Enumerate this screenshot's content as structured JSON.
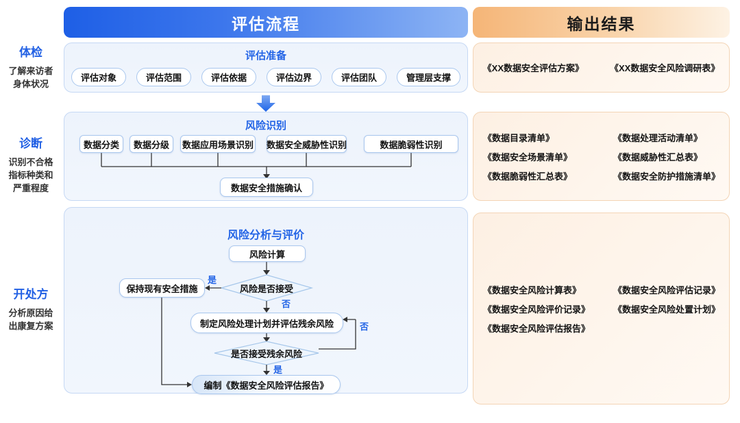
{
  "colors": {
    "accent_blue": "#2465e6",
    "header_blue_start": "#1e5fe6",
    "header_blue_end": "#8db4f4",
    "header_orange_start": "#f5b577",
    "header_orange_end": "#fdf2e4",
    "panel_blue_bg": "#edf3fc",
    "panel_orange_bg": "#fdf0e3",
    "box_border": "#a9c7ee",
    "line": "#333333"
  },
  "headers": {
    "process": "评估流程",
    "output": "输出结果"
  },
  "left_labels": [
    {
      "title": "体检",
      "lines": [
        "了解来访者",
        "身体状况"
      ]
    },
    {
      "title": "诊断",
      "lines": [
        "识别不合格",
        "指标种类和",
        "严重程度"
      ]
    },
    {
      "title": "开处方",
      "lines": [
        "分析原因给",
        "出康复方案"
      ]
    }
  ],
  "stage1": {
    "title": "评估准备",
    "pills": [
      "评估对象",
      "评估范围",
      "评估依据",
      "评估边界",
      "评估团队",
      "管理层支撑"
    ]
  },
  "stage2": {
    "title": "风险识别",
    "boxes": [
      "数据分类",
      "数据分级",
      "数据应用场景识别",
      "数据安全威胁性识别",
      "数据脆弱性识别"
    ],
    "confirm": "数据安全措施确认"
  },
  "stage3": {
    "title": "风险分析与评价",
    "calc": "风险计算",
    "decision1": "风险是否接受",
    "keep": "保持现有安全措施",
    "plan": "制定风险处理计划并评估残余风险",
    "decision2": "是否接受残余风险",
    "report": "编制《数据安全风险评估报告》",
    "yes": "是",
    "no": "否"
  },
  "outputs1": [
    "《XX数据安全评估方案》",
    "《XX数据安全风险调研表》"
  ],
  "outputs2": [
    [
      "《数据目录清单》",
      "《数据处理活动清单》"
    ],
    [
      "《数据安全场景清单》",
      "《数据威胁性汇总表》"
    ],
    [
      "《数据脆弱性汇总表》",
      "《数据安全防护措施清单》"
    ]
  ],
  "outputs3": [
    [
      "《数据安全风险计算表》",
      "《数据安全风险评估记录》"
    ],
    [
      "《数据安全风险评价记录》",
      "《数据安全风险处置计划》"
    ],
    [
      "《数据安全风险评估报告》",
      ""
    ]
  ]
}
